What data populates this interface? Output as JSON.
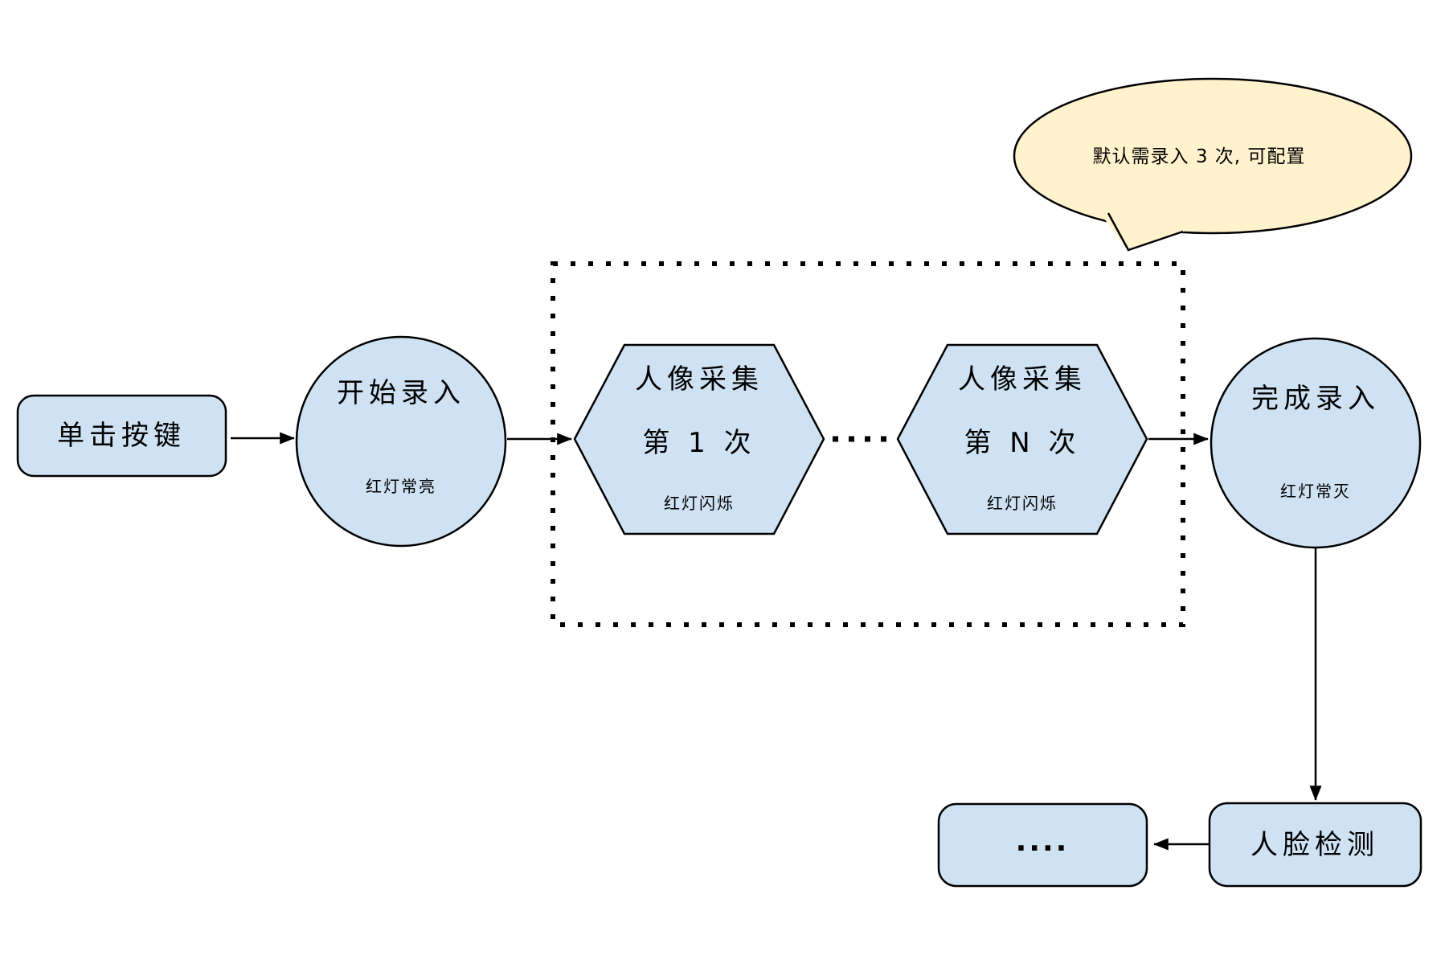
{
  "diagram": {
    "background": "#ffffff",
    "colors": {
      "node_fill": "#cfe2f3",
      "node_stroke": "#000000",
      "callout_fill": "#fff2cc",
      "arrow_color": "#000000"
    },
    "callout": {
      "text": "默认需录入 3 次, 可配置"
    },
    "nodes": {
      "click_button": {
        "label": "单击按键"
      },
      "start_entry": {
        "label": "开始录入",
        "status": "红灯常亮"
      },
      "capture_first": {
        "label": "人像采集",
        "sequence": "第 1 次",
        "status": "红灯闪烁"
      },
      "capture_nth": {
        "label": "人像采集",
        "sequence": "第 N 次",
        "status": "红灯闪烁"
      },
      "finish_entry": {
        "label": "完成录入",
        "status": "红灯常灭"
      },
      "face_detection": {
        "label": "人脸检测"
      },
      "continuation": {
        "label": "...."
      }
    }
  }
}
